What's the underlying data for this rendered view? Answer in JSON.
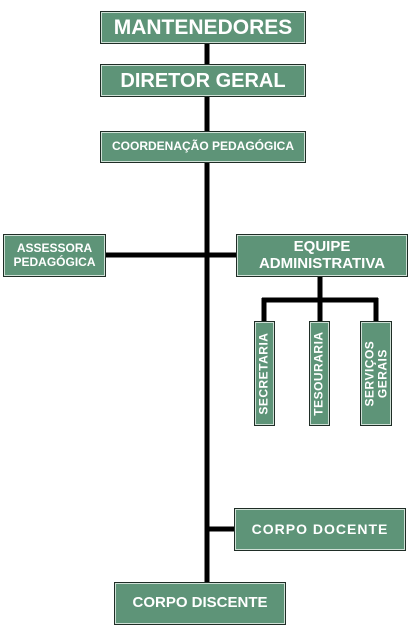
{
  "nodes": {
    "mantenedores": "MANTENEDORES",
    "diretor_geral": "DIRETOR GERAL",
    "coordenacao": "COORDENAÇÃO PEDAGÓGICA",
    "assessora": [
      "ASSESSORA",
      "PEDAGÓGICA"
    ],
    "equipe": [
      "EQUIPE",
      "ADMINISTRATIVA"
    ],
    "secretaria": "SECRETARIA",
    "tesouraria": "TESOURARIA",
    "servicos": [
      "SERVIÇOS",
      "GERAIS"
    ],
    "corpo_docente": "CORPO DOCENTE",
    "corpo_discente": "CORPO DISCENTE"
  },
  "colors": {
    "box_fill": "#5e9478",
    "box_border": "#1f2d26",
    "line": "#000000",
    "text": "#ffffff"
  }
}
